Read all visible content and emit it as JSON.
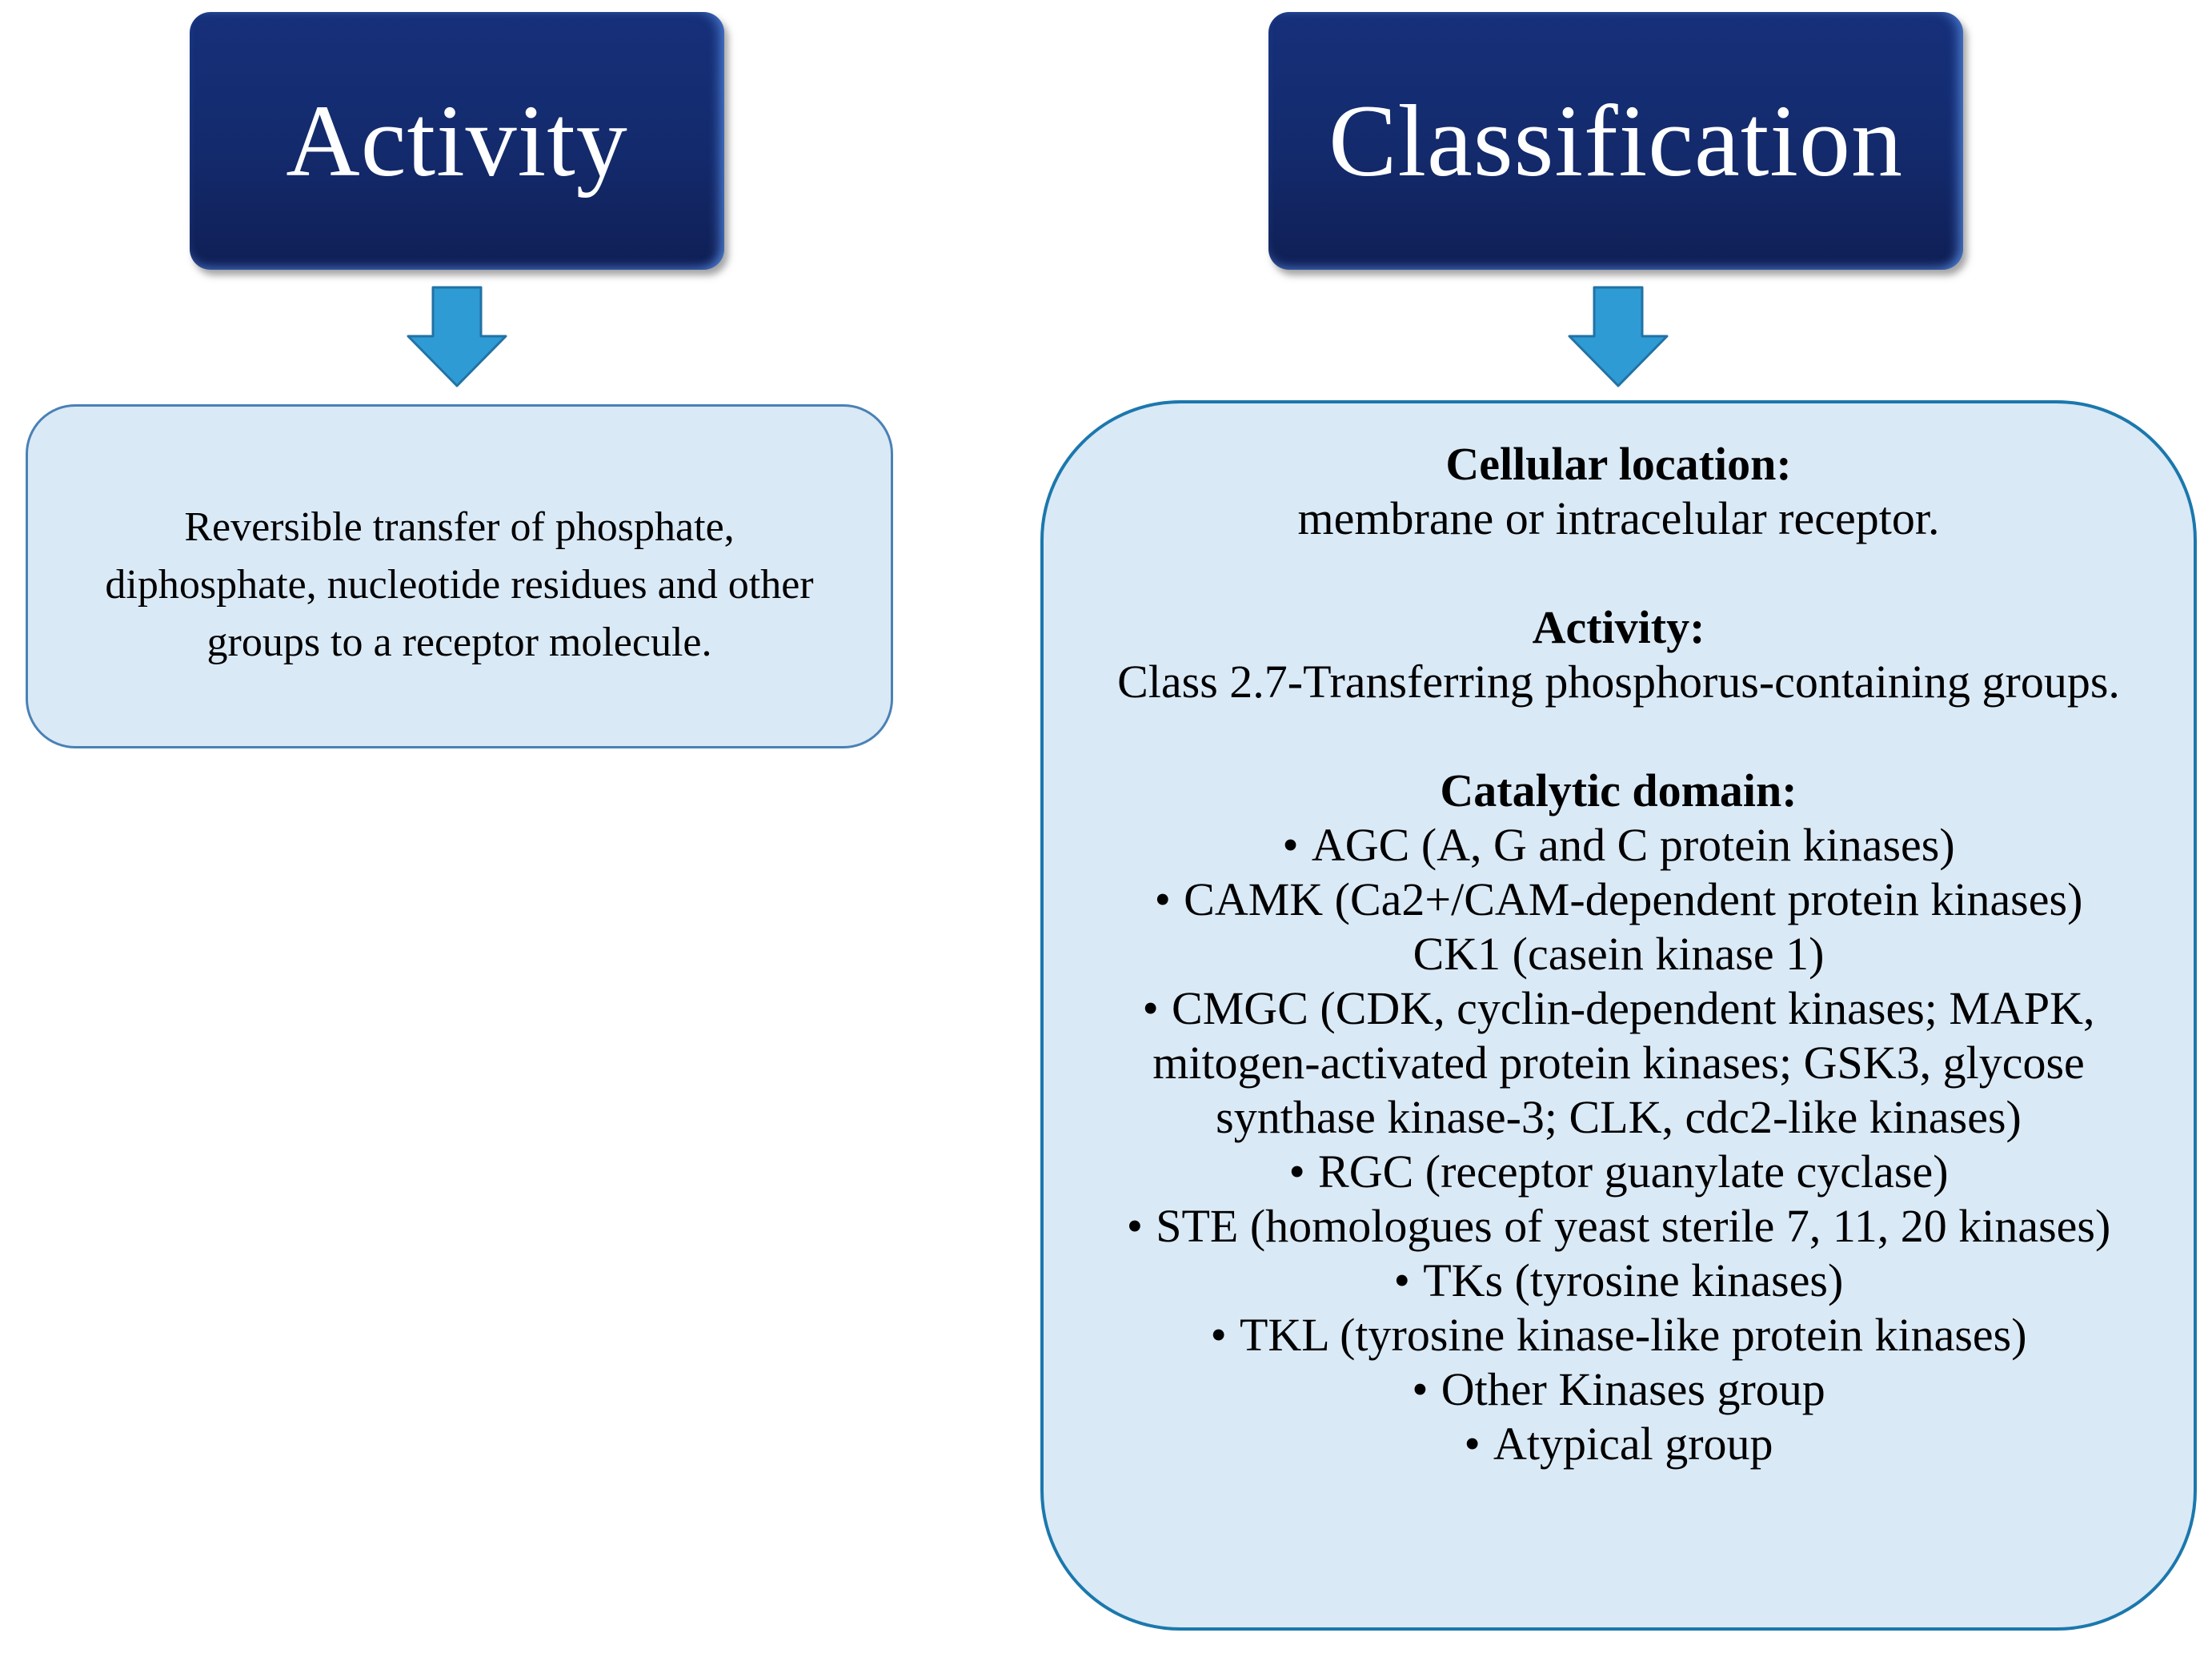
{
  "colors": {
    "header_fill": "#132a6c",
    "header_text": "#ffffff",
    "arrow_fill": "#2e9bd5",
    "arrow_stroke": "#2372a4",
    "panel_fill": "#dae9f6",
    "panel_border": "#1b78ad",
    "panel_border_soft": "#4a81b5",
    "body_text": "#000000"
  },
  "activity_column": {
    "header": "Activity",
    "panel_text": "Reversible transfer of phosphate, diphosphate, nucleotide residues and other groups to a receptor molecule."
  },
  "classification_column": {
    "header": "Classification",
    "sections": {
      "cellular_location": {
        "heading": "Cellular location:",
        "body": "membrane or intracelular  receptor."
      },
      "activity": {
        "heading": "Activity:",
        "body": "Class 2.7-Transferring phosphorus-containing groups."
      },
      "catalytic_domain": {
        "heading": "Catalytic domain:",
        "items": [
          {
            "bullet": "•",
            "text": "AGC (A, G and C protein kinases)"
          },
          {
            "bullet": "•",
            "text": "CAMK (Ca2+/CAM-dependent protein kinases)"
          },
          {
            "bullet": "",
            "text": "CK1 (casein kinase 1)"
          },
          {
            "bullet": "•",
            "text": "CMGC (CDK, cyclin-dependent kinases; MAPK, mitogen-activated protein kinases; GSK3, glycose synthase kinase-3; CLK, cdc2-like kinases)"
          },
          {
            "bullet": "•",
            "text": "RGC (receptor guanylate cyclase)"
          },
          {
            "bullet": "•",
            "text": "STE (homologues of yeast sterile 7, 11, 20 kinases)"
          },
          {
            "bullet": "•",
            "text": "TKs (tyrosine kinases)"
          },
          {
            "bullet": "•",
            "text": "TKL (tyrosine kinase-like protein kinases)"
          },
          {
            "bullet": "•",
            "text": "Other Kinases group"
          },
          {
            "bullet": "•",
            "text": "Atypical group"
          }
        ]
      }
    }
  }
}
